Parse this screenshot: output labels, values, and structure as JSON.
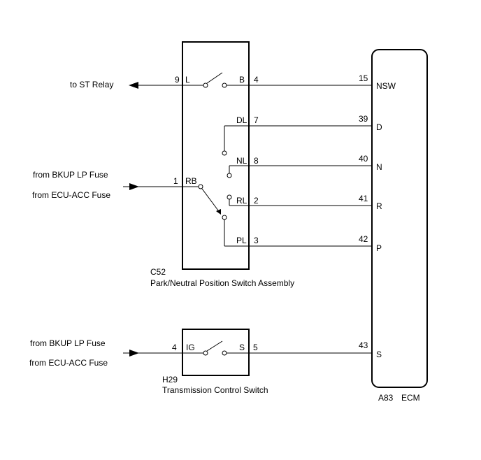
{
  "sources": {
    "st_relay": "to ST Relay",
    "c52_bkup": "from BKUP LP Fuse",
    "c52_ecu_acc": "from ECU-ACC Fuse",
    "h29_bkup": "from BKUP LP Fuse",
    "h29_ecu_acc": "from ECU-ACC Fuse"
  },
  "c52": {
    "code": "C52",
    "name": "Park/Neutral Position Switch Assembly",
    "pins": {
      "l_num": "9",
      "l_name": "L",
      "b_name": "B",
      "b_num": "4",
      "dl_name": "DL",
      "dl_num": "7",
      "nl_name": "NL",
      "nl_num": "8",
      "rb_num": "1",
      "rb_name": "RB",
      "rl_name": "RL",
      "rl_num": "2",
      "pl_name": "PL",
      "pl_num": "3"
    }
  },
  "h29": {
    "code": "H29",
    "name": "Transmission Control Switch",
    "pins": {
      "ig_num": "4",
      "ig_name": "IG",
      "s_name": "S",
      "s_num": "5"
    }
  },
  "ecm": {
    "code": "A83",
    "name": "ECM",
    "pins": [
      {
        "num": "15",
        "name": "NSW"
      },
      {
        "num": "39",
        "name": "D"
      },
      {
        "num": "40",
        "name": "N"
      },
      {
        "num": "41",
        "name": "R"
      },
      {
        "num": "42",
        "name": "P"
      },
      {
        "num": "43",
        "name": "S"
      }
    ]
  }
}
